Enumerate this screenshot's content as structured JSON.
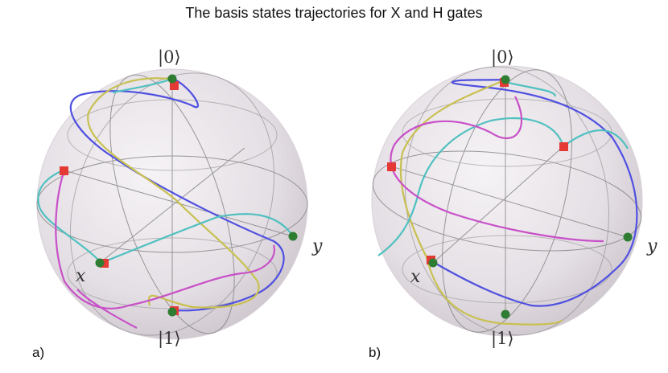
{
  "title": "The basis states trajectories for X and H gates",
  "panels": [
    {
      "label": "a)",
      "axis_labels": {
        "north": "|0⟩",
        "south": "|1⟩",
        "x": "x",
        "y": "y"
      }
    },
    {
      "label": "b)",
      "axis_labels": {
        "north": "|0⟩",
        "south": "|1⟩",
        "x": "x",
        "y": "y"
      }
    }
  ],
  "colors": {
    "sphere": "#e6e1e6",
    "wire": "#7a7a7a",
    "marker_green": "#2e7d32",
    "marker_red": "#e53935",
    "traj_blue": "#5050e0",
    "traj_olive": "#c8c050",
    "traj_cyan": "#50c0c0",
    "traj_magenta": "#c850c8"
  }
}
